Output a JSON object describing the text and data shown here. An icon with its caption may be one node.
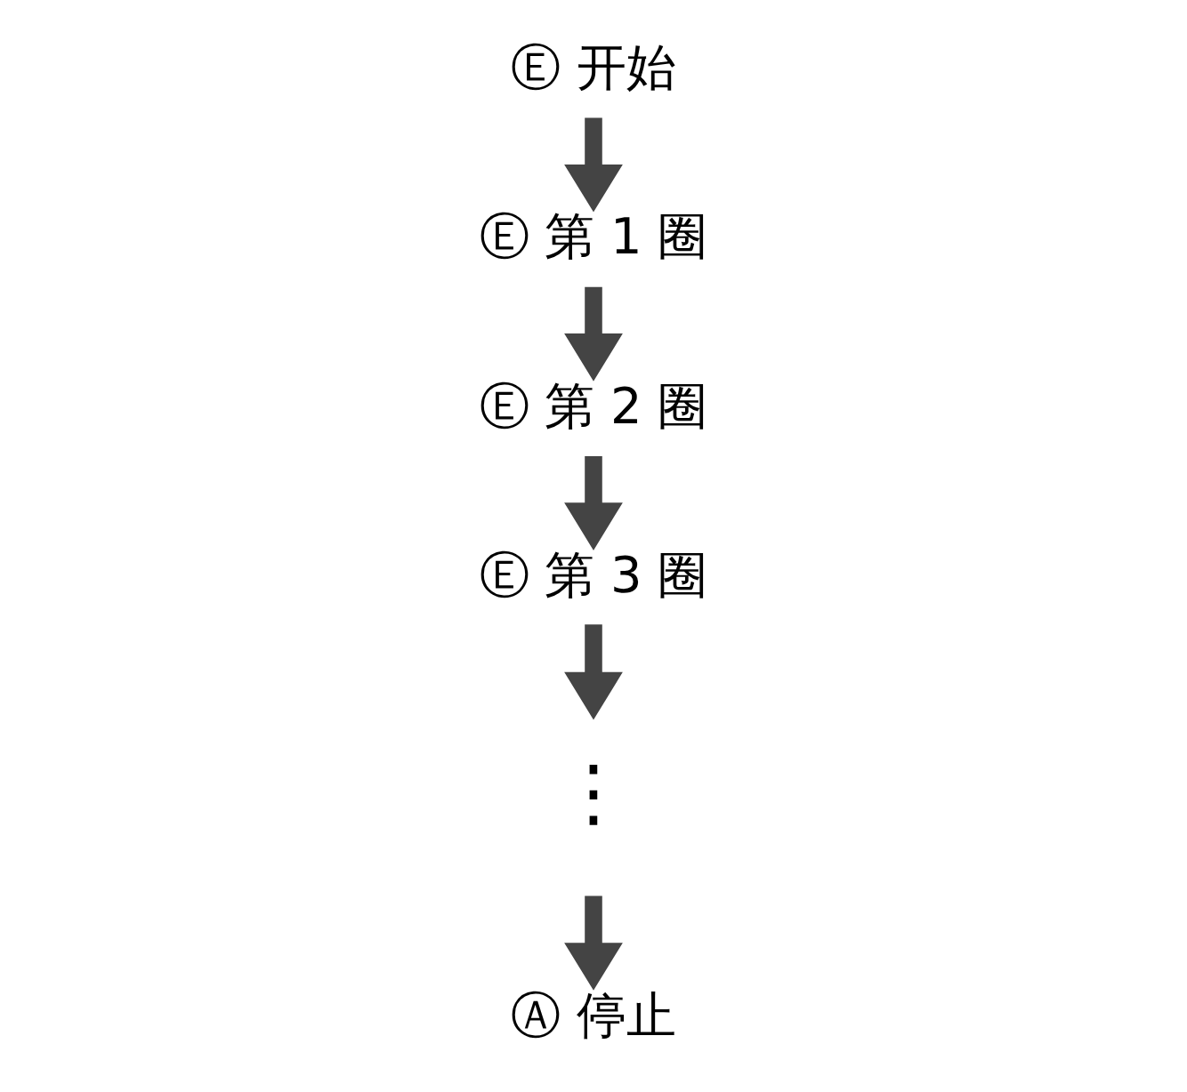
{
  "diagram": {
    "nodes": [
      {
        "text": [
          "Ⓔ 开始"
        ]
      },
      {
        "text": [
          "Ⓔ 第 1 圈"
        ]
      },
      {
        "text": [
          "Ⓔ 第 2 圈"
        ]
      },
      {
        "text": [
          "Ⓔ 第 3 圈"
        ]
      },
      {
        "text": [
          "⋮"
        ]
      },
      {
        "text": [
          "Ⓐ 停止"
        ]
      }
    ],
    "edges": [
      {
        "from": 0,
        "to": 1,
        "arrow": "to"
      },
      {
        "from": 1,
        "to": 2,
        "arrow": "to"
      },
      {
        "from": 2,
        "to": 3,
        "arrow": "to"
      },
      {
        "from": 3,
        "to": 4,
        "arrow": "to"
      },
      {
        "from": 4,
        "to": 5,
        "arrow": "to"
      }
    ]
  }
}
